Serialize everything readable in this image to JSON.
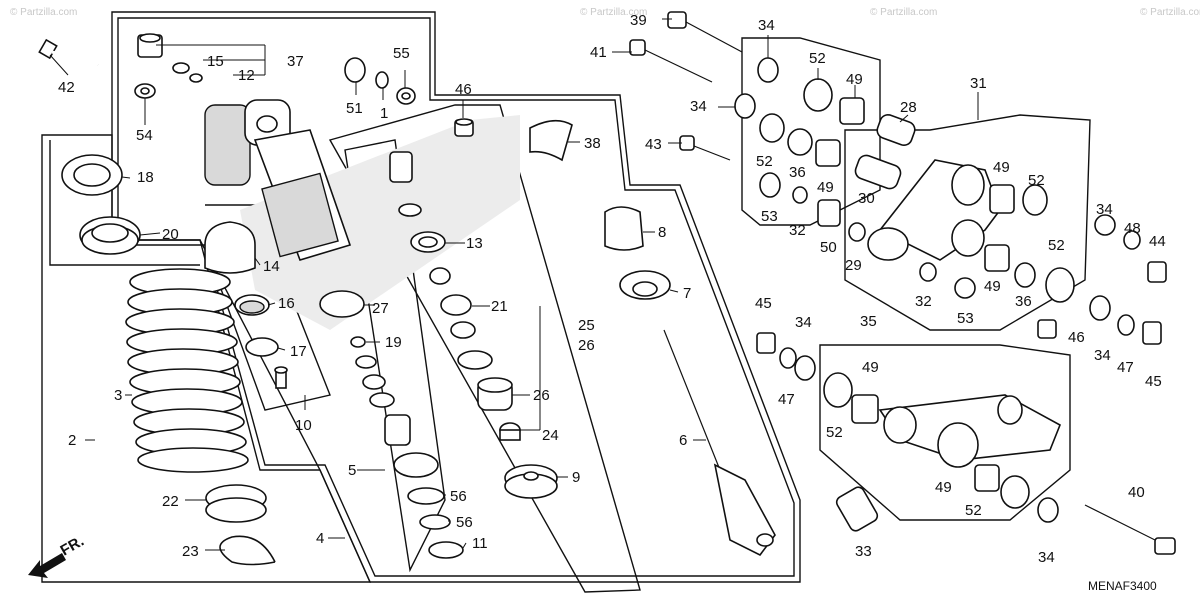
{
  "diagram": {
    "code": "MENAF3400",
    "direction_label": "FR.",
    "watermark": "© Partzilla.com",
    "part_numbers": [
      "1",
      "2",
      "3",
      "4",
      "5",
      "6",
      "7",
      "8",
      "9",
      "10",
      "11",
      "12",
      "13",
      "14",
      "15",
      "16",
      "17",
      "18",
      "19",
      "20",
      "21",
      "22",
      "23",
      "24",
      "25",
      "26",
      "27",
      "28",
      "29",
      "30",
      "31",
      "32",
      "33",
      "34",
      "35",
      "36",
      "37",
      "38",
      "39",
      "40",
      "41",
      "42",
      "43",
      "44",
      "45",
      "46",
      "47",
      "48",
      "49",
      "50",
      "51",
      "52",
      "53",
      "54",
      "55",
      "56"
    ]
  }
}
